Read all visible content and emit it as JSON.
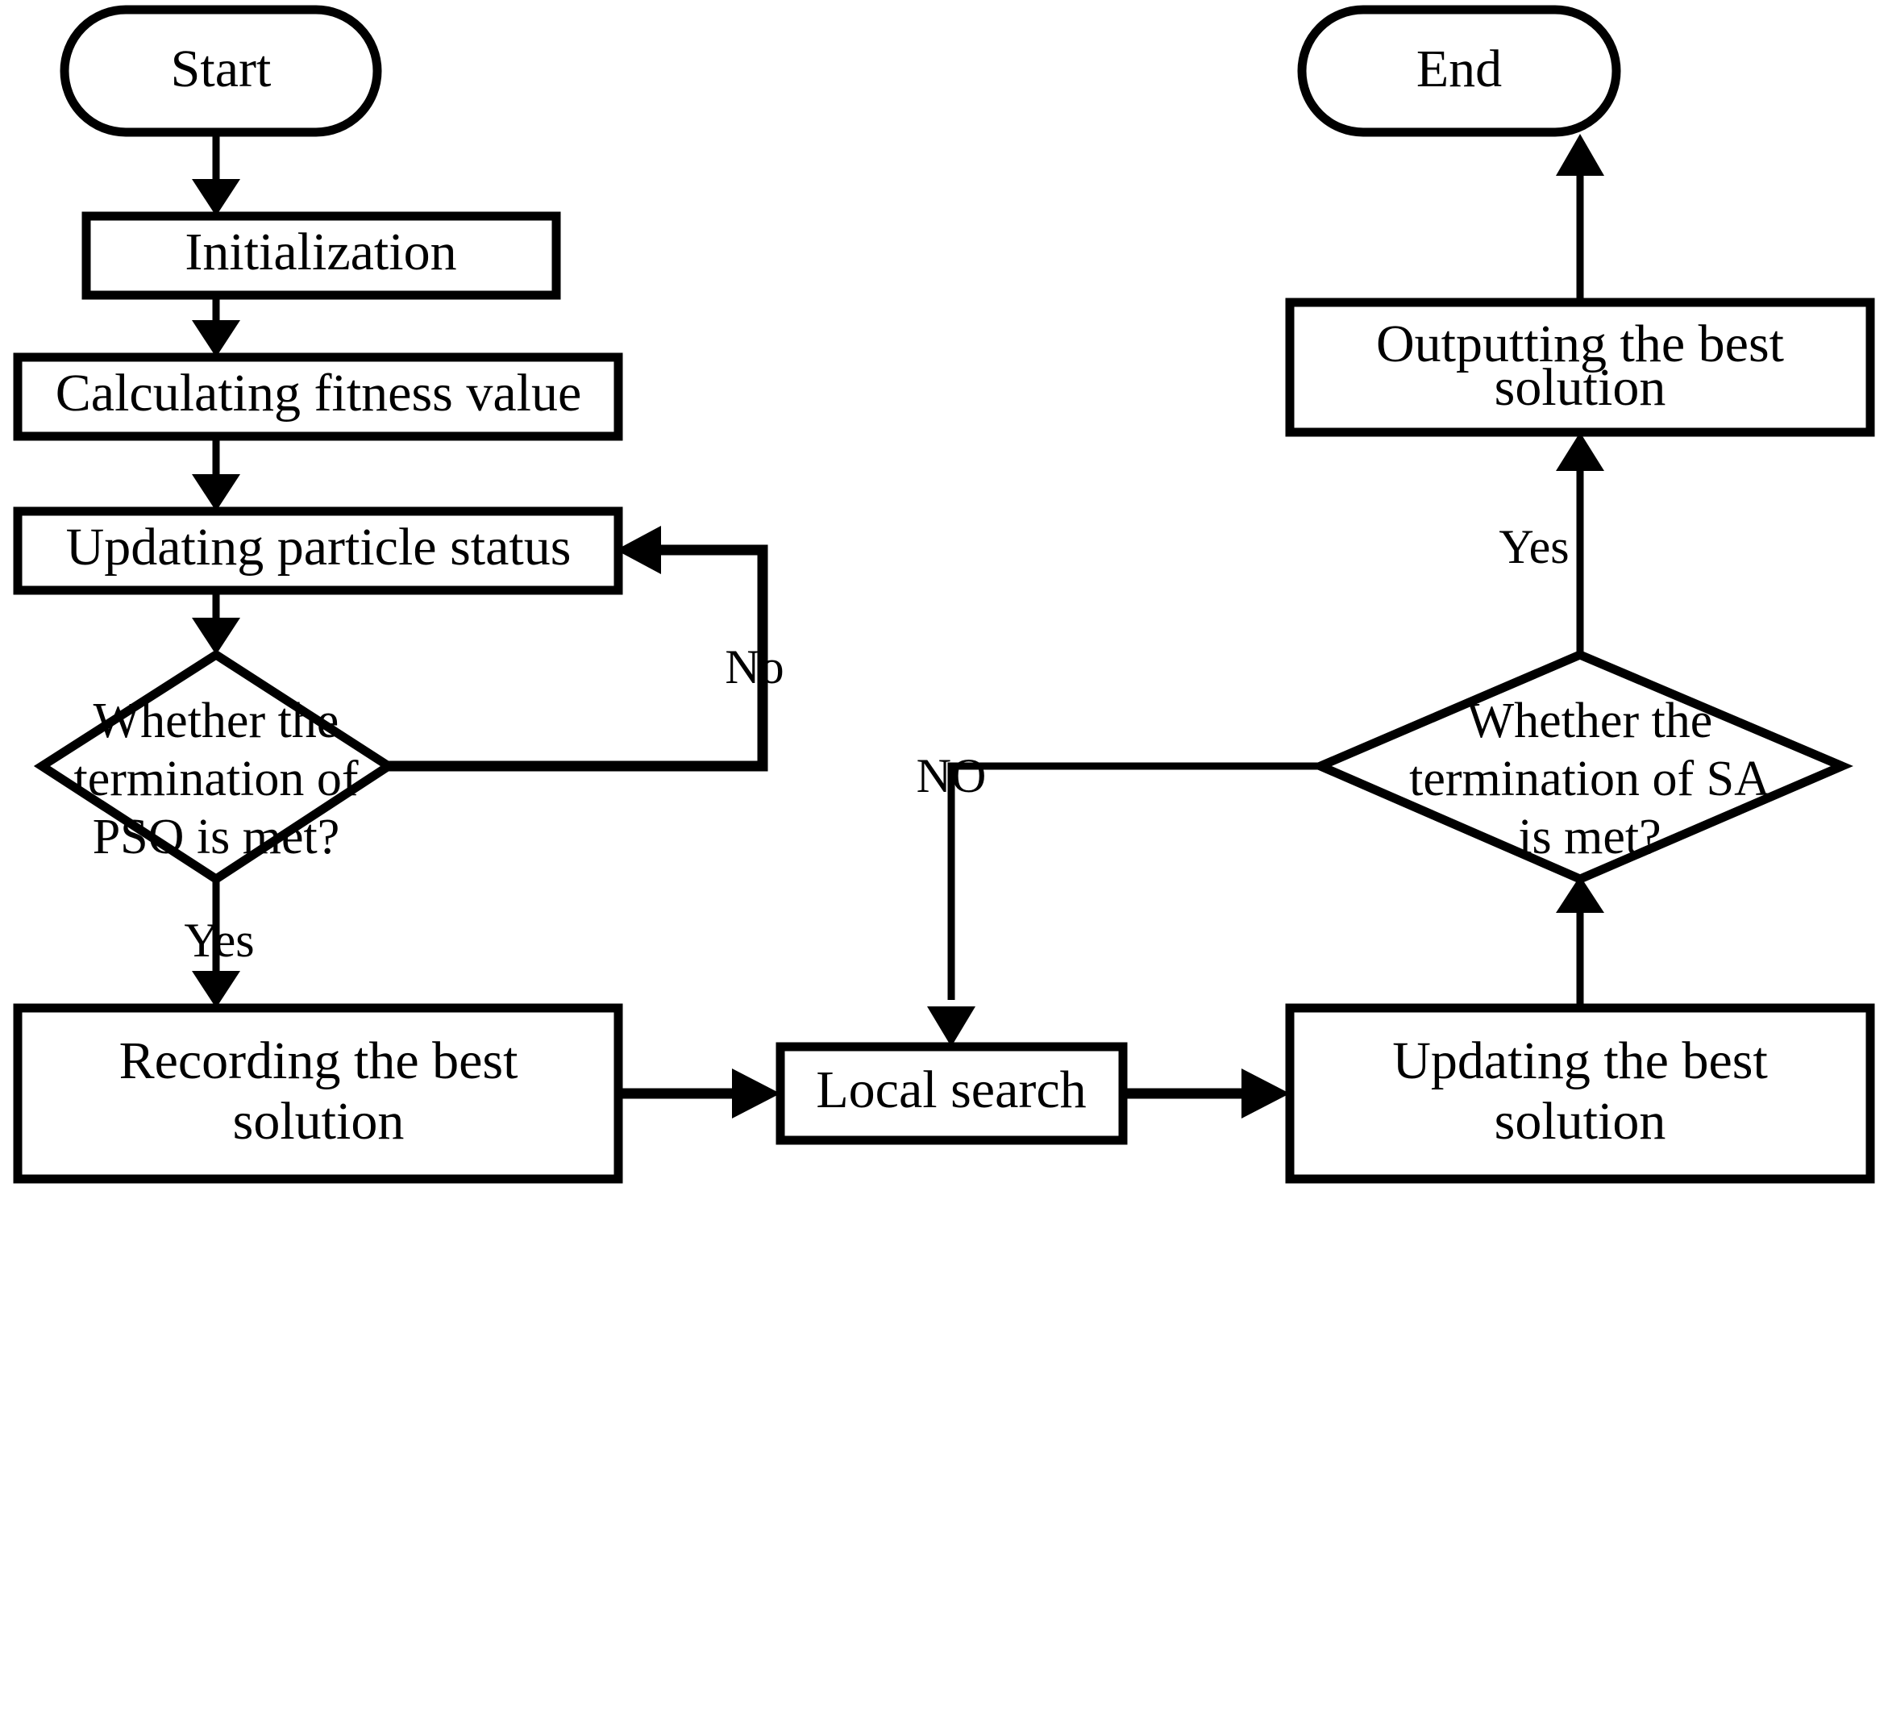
{
  "diagram": {
    "title": "Hybrid PSO-SA algorithm flowchart",
    "type": "flowchart",
    "background_color": "#ffffff",
    "line_color": "#000000",
    "text_color": "#000000"
  },
  "nodes": {
    "start": {
      "label": "Start",
      "shape": "terminator"
    },
    "initialization": {
      "label": "Initialization",
      "shape": "process"
    },
    "calculating_fitness": {
      "label": "Calculating fitness value",
      "shape": "process"
    },
    "updating_particle": {
      "label": "Updating particle status",
      "shape": "process"
    },
    "pso_decision_line1": {
      "label": "Whether the"
    },
    "pso_decision_line2": {
      "label": "termination of"
    },
    "pso_decision_line3": {
      "label": "PSO is met?"
    },
    "recording_best_line1": {
      "label": "Recording the best"
    },
    "recording_best_line2": {
      "label": "solution"
    },
    "local_search": {
      "label": "Local search",
      "shape": "process"
    },
    "updating_best_line1": {
      "label": "Updating the best"
    },
    "updating_best_line2": {
      "label": "solution"
    },
    "sa_decision_line1": {
      "label": "Whether the"
    },
    "sa_decision_line2": {
      "label": "termination of SA"
    },
    "sa_decision_line3": {
      "label": "is met?"
    },
    "outputting_best_line1": {
      "label": "Outputting the best"
    },
    "outputting_best_line2": {
      "label": "solution"
    },
    "end": {
      "label": "End",
      "shape": "terminator"
    }
  },
  "edge_labels": {
    "pso_no": "No",
    "pso_yes": "Yes",
    "sa_no": "NO",
    "sa_yes": "Yes"
  }
}
